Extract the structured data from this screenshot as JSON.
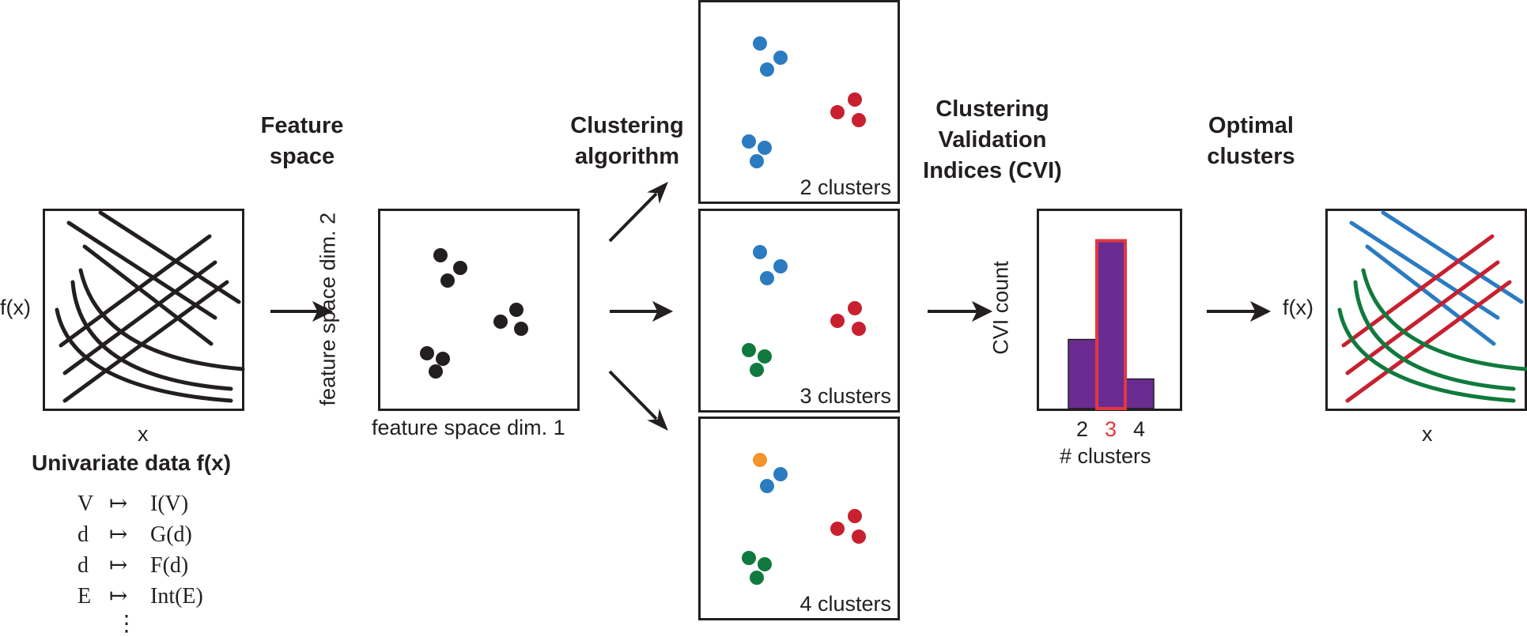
{
  "colors": {
    "ink": "#231f20",
    "blue": "#2b7bc0",
    "red": "#c8202f",
    "green": "#107a3e",
    "orange": "#f3952b",
    "purple": "#6a2c91",
    "highlight": "#e2373f"
  },
  "headings": {
    "feature_space": [
      "Feature",
      "space"
    ],
    "clustering_algorithm": [
      "Clustering",
      "algorithm"
    ],
    "cvi": [
      "Clustering",
      "Validation",
      "Indices (CVI)"
    ],
    "optimal_clusters": [
      "Optimal",
      "clusters"
    ]
  },
  "input_plot": {
    "ylabel": "f(x)",
    "xlabel": "x",
    "caption": "Univariate data f(x)"
  },
  "mappings": [
    {
      "from": "V",
      "arrow": "↦",
      "to": "I(V)"
    },
    {
      "from": "d",
      "arrow": "↦",
      "to": "G(d)"
    },
    {
      "from": "d",
      "arrow": "↦",
      "to": "F(d)"
    },
    {
      "from": "E",
      "arrow": "↦",
      "to": "Int(E)"
    }
  ],
  "mappings_more": "⋮",
  "feature_plot": {
    "xlabel": "feature space dim. 1",
    "ylabel": "feature space dim. 2"
  },
  "cluster_panels": [
    {
      "label": "2 clusters"
    },
    {
      "label": "3 clusters"
    },
    {
      "label": "4 clusters"
    }
  ],
  "cvi_chart": {
    "ylabel": "CVI  count",
    "xlabel": "# clusters",
    "categories": [
      "2",
      "3",
      "4"
    ],
    "values": [
      0.35,
      0.85,
      0.15
    ],
    "highlight_index": 1
  },
  "output_plot": {
    "ylabel": "f(x)",
    "xlabel": "x"
  }
}
